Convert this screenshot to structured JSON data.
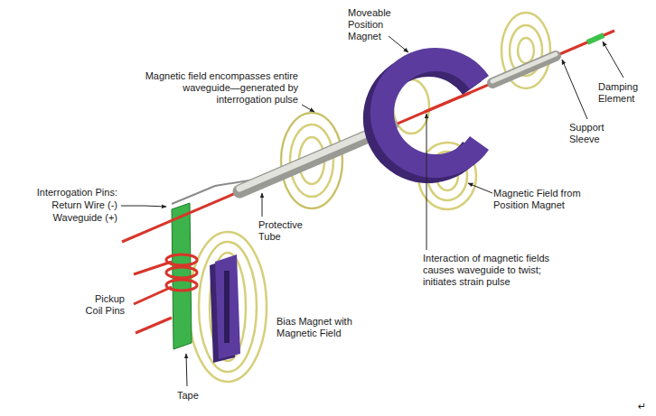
{
  "diagram": {
    "labels": [
      "Moveable Position Magnet",
      "Magnetic field encompasses entire waveguide—generated by interrogation pulse",
      "Damping Element",
      "Support Sleeve",
      "Interrogation Pins:",
      "Return Wire (-)",
      "Waveguide (+)",
      "Protective Tube",
      "Magnetic Field from Position Magnet",
      "Interaction of magnetic fields causes waveguide to twist; initiates strain pulse",
      "Pickup Coil Pins",
      "Bias Magnet with Magnetic Field",
      "Tape",
      "↵"
    ]
  }
}
